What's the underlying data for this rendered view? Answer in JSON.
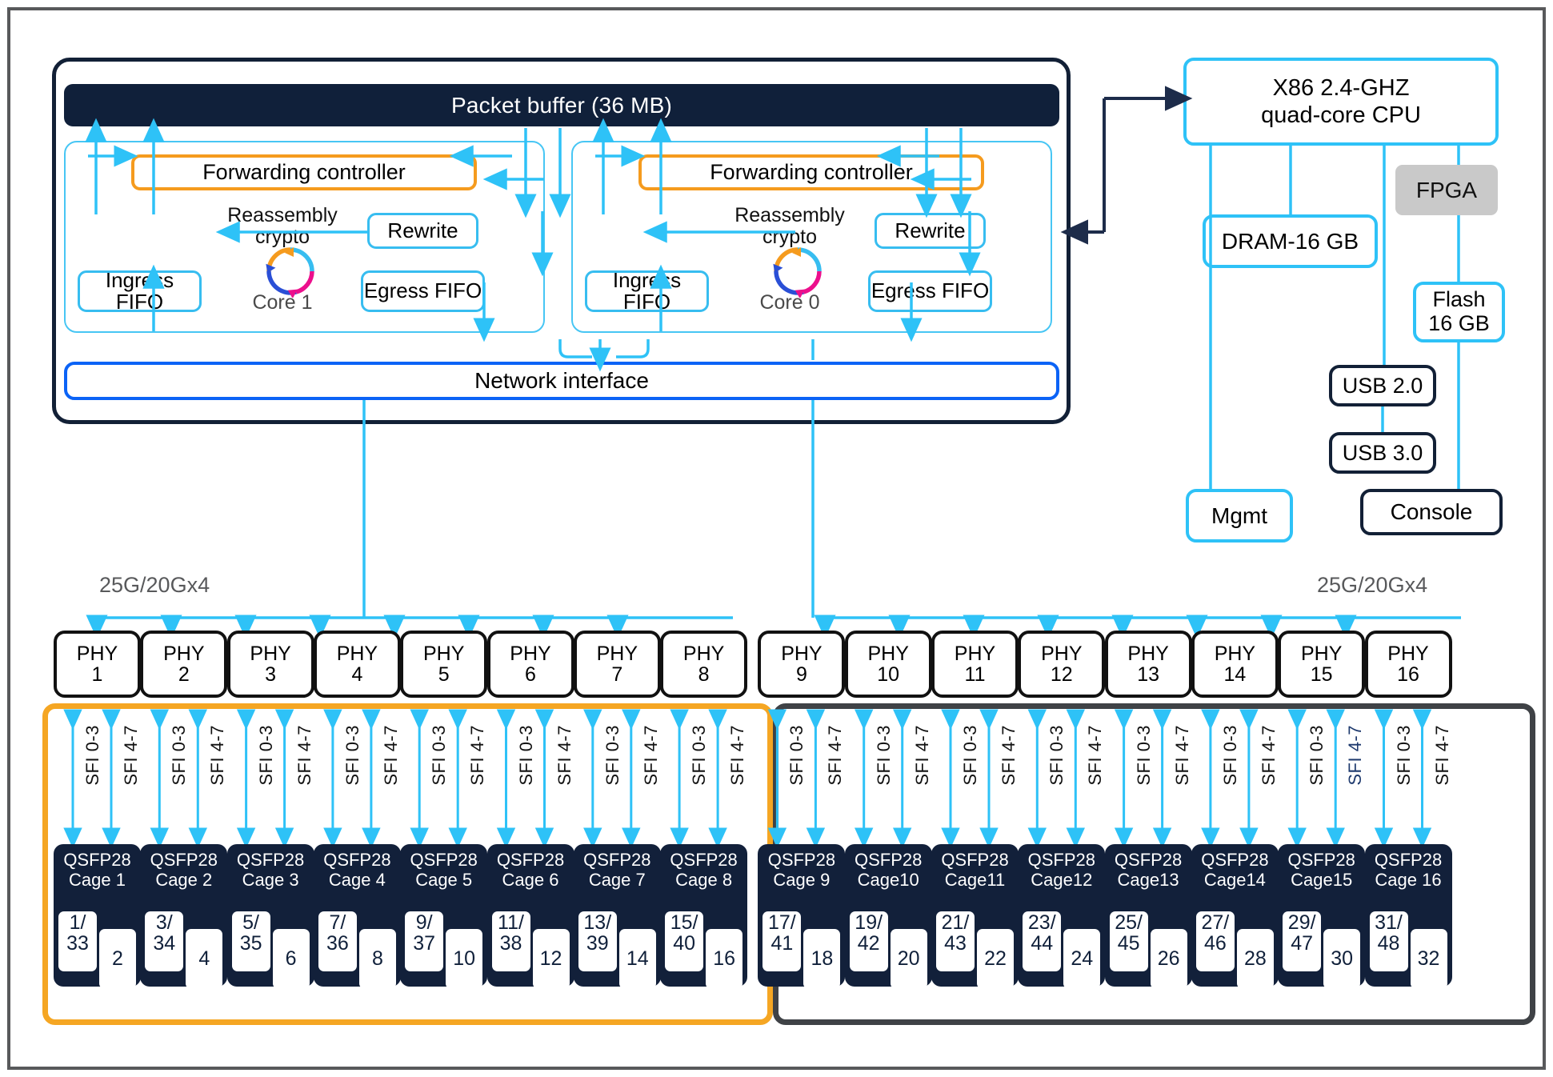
{
  "asic": {
    "packet_buffer": "Packet buffer (36 MB)",
    "network_interface": "Network interface",
    "cores": [
      {
        "forwarding_controller": "Forwarding controller",
        "reassembly_line1": "Reassembly",
        "reassembly_line2": "crypto",
        "core_label": "Core 1",
        "rewrite": "Rewrite",
        "egress_fifo": "Egress FIFO",
        "ingress_fifo": "Ingress FIFO"
      },
      {
        "forwarding_controller": "Forwarding controller",
        "reassembly_line1": "Reassembly",
        "reassembly_line2": "crypto",
        "core_label": "Core 0",
        "rewrite": "Rewrite",
        "egress_fifo": "Egress FIFO",
        "ingress_fifo": "Ingress FIFO"
      }
    ]
  },
  "cpu_subsystem": {
    "cpu_line1": "X86 2.4-GHZ",
    "cpu_line2": "quad-core CPU",
    "dram": "DRAM-16 GB",
    "fpga": "FPGA",
    "flash_line1": "Flash",
    "flash_line2": "16 GB",
    "usb2": "USB 2.0",
    "usb3": "USB 3.0",
    "mgmt": "Mgmt",
    "console": "Console"
  },
  "speed_labels": {
    "left": "25G/20Gx4",
    "right": "25G/20Gx4"
  },
  "phy_row": {
    "prefix": "PHY",
    "numbers": [
      "1",
      "2",
      "3",
      "4",
      "5",
      "6",
      "7",
      "8",
      "9",
      "10",
      "11",
      "12",
      "13",
      "14",
      "15",
      "16"
    ]
  },
  "sfi": {
    "low": "SFI 0-3",
    "high": "SFI 4-7",
    "accent_index": 29
  },
  "cages": [
    {
      "type": "QSFP28",
      "name": "Cage 1",
      "port_a_top": "1/",
      "port_a_bottom": "33",
      "port_b": "2"
    },
    {
      "type": "QSFP28",
      "name": "Cage 2",
      "port_a_top": "3/",
      "port_a_bottom": "34",
      "port_b": "4"
    },
    {
      "type": "QSFP28",
      "name": "Cage 3",
      "port_a_top": "5/",
      "port_a_bottom": "35",
      "port_b": "6"
    },
    {
      "type": "QSFP28",
      "name": "Cage 4",
      "port_a_top": "7/",
      "port_a_bottom": "36",
      "port_b": "8"
    },
    {
      "type": "QSFP28",
      "name": "Cage 5",
      "port_a_top": "9/",
      "port_a_bottom": "37",
      "port_b": "10"
    },
    {
      "type": "QSFP28",
      "name": "Cage 6",
      "port_a_top": "11/",
      "port_a_bottom": "38",
      "port_b": "12"
    },
    {
      "type": "QSFP28",
      "name": "Cage 7",
      "port_a_top": "13/",
      "port_a_bottom": "39",
      "port_b": "14"
    },
    {
      "type": "QSFP28",
      "name": "Cage 8",
      "port_a_top": "15/",
      "port_a_bottom": "40",
      "port_b": "16"
    },
    {
      "type": "QSFP28",
      "name": "Cage 9",
      "port_a_top": "17/",
      "port_a_bottom": "41",
      "port_b": "18"
    },
    {
      "type": "QSFP28",
      "name": "Cage10",
      "port_a_top": "19/",
      "port_a_bottom": "42",
      "port_b": "20"
    },
    {
      "type": "QSFP28",
      "name": "Cage11",
      "port_a_top": "21/",
      "port_a_bottom": "43",
      "port_b": "22"
    },
    {
      "type": "QSFP28",
      "name": "Cage12",
      "port_a_top": "23/",
      "port_a_bottom": "44",
      "port_b": "24"
    },
    {
      "type": "QSFP28",
      "name": "Cage13",
      "port_a_top": "25/",
      "port_a_bottom": "45",
      "port_b": "26"
    },
    {
      "type": "QSFP28",
      "name": "Cage14",
      "port_a_top": "27/",
      "port_a_bottom": "46",
      "port_b": "28"
    },
    {
      "type": "QSFP28",
      "name": "Cage15",
      "port_a_top": "29/",
      "port_a_bottom": "47",
      "port_b": "30"
    },
    {
      "type": "QSFP28",
      "name": "Cage 16",
      "port_a_top": "31/",
      "port_a_bottom": "48",
      "port_b": "32"
    }
  ],
  "colors": {
    "cyan": "#2ec2f7",
    "orange": "#f5a623",
    "dark_navy": "#12203a",
    "blue": "#0b63f6",
    "gray_frame": "#58595b",
    "group_dark": "#3f4246",
    "fpga_gray": "#c9c9c9",
    "ring_orange": "#f59b1e",
    "ring_pink": "#ec0f8c",
    "ring_blue": "#2a4fd6"
  }
}
